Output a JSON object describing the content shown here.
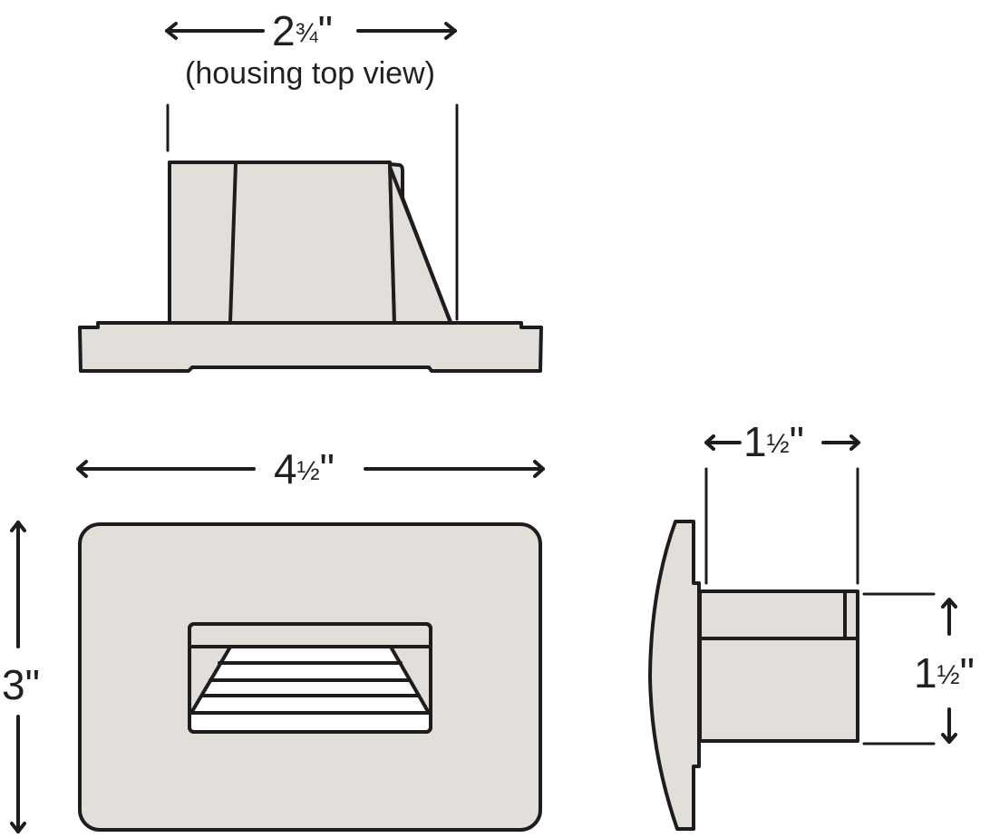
{
  "diagram": {
    "type": "dimension-drawing",
    "subject": "recessed step light",
    "colors": {
      "outline": "#1e1c1d",
      "body_fill": "#e2dfdb",
      "lens_fill": "#ffffff",
      "background": "#ffffff"
    },
    "views": {
      "housing_top": {
        "dimension_label": "2¾\"",
        "dimension_whole": "2",
        "dimension_fraction": "¾",
        "dimension_unit": "\"",
        "caption": "(housing top view)"
      },
      "front": {
        "width_label": "4½\"",
        "width_whole": "4",
        "width_fraction": "½",
        "width_unit": "\"",
        "height_label": "3\"",
        "height_whole": "3",
        "height_unit": "\"",
        "louver_slats": 5
      },
      "side": {
        "depth_label": "1½\"",
        "depth_whole": "1",
        "depth_fraction": "½",
        "depth_unit": "\"",
        "housing_height_label": "1½\"",
        "housing_height_whole": "1",
        "housing_height_fraction": "½",
        "housing_height_unit": "\""
      }
    }
  }
}
